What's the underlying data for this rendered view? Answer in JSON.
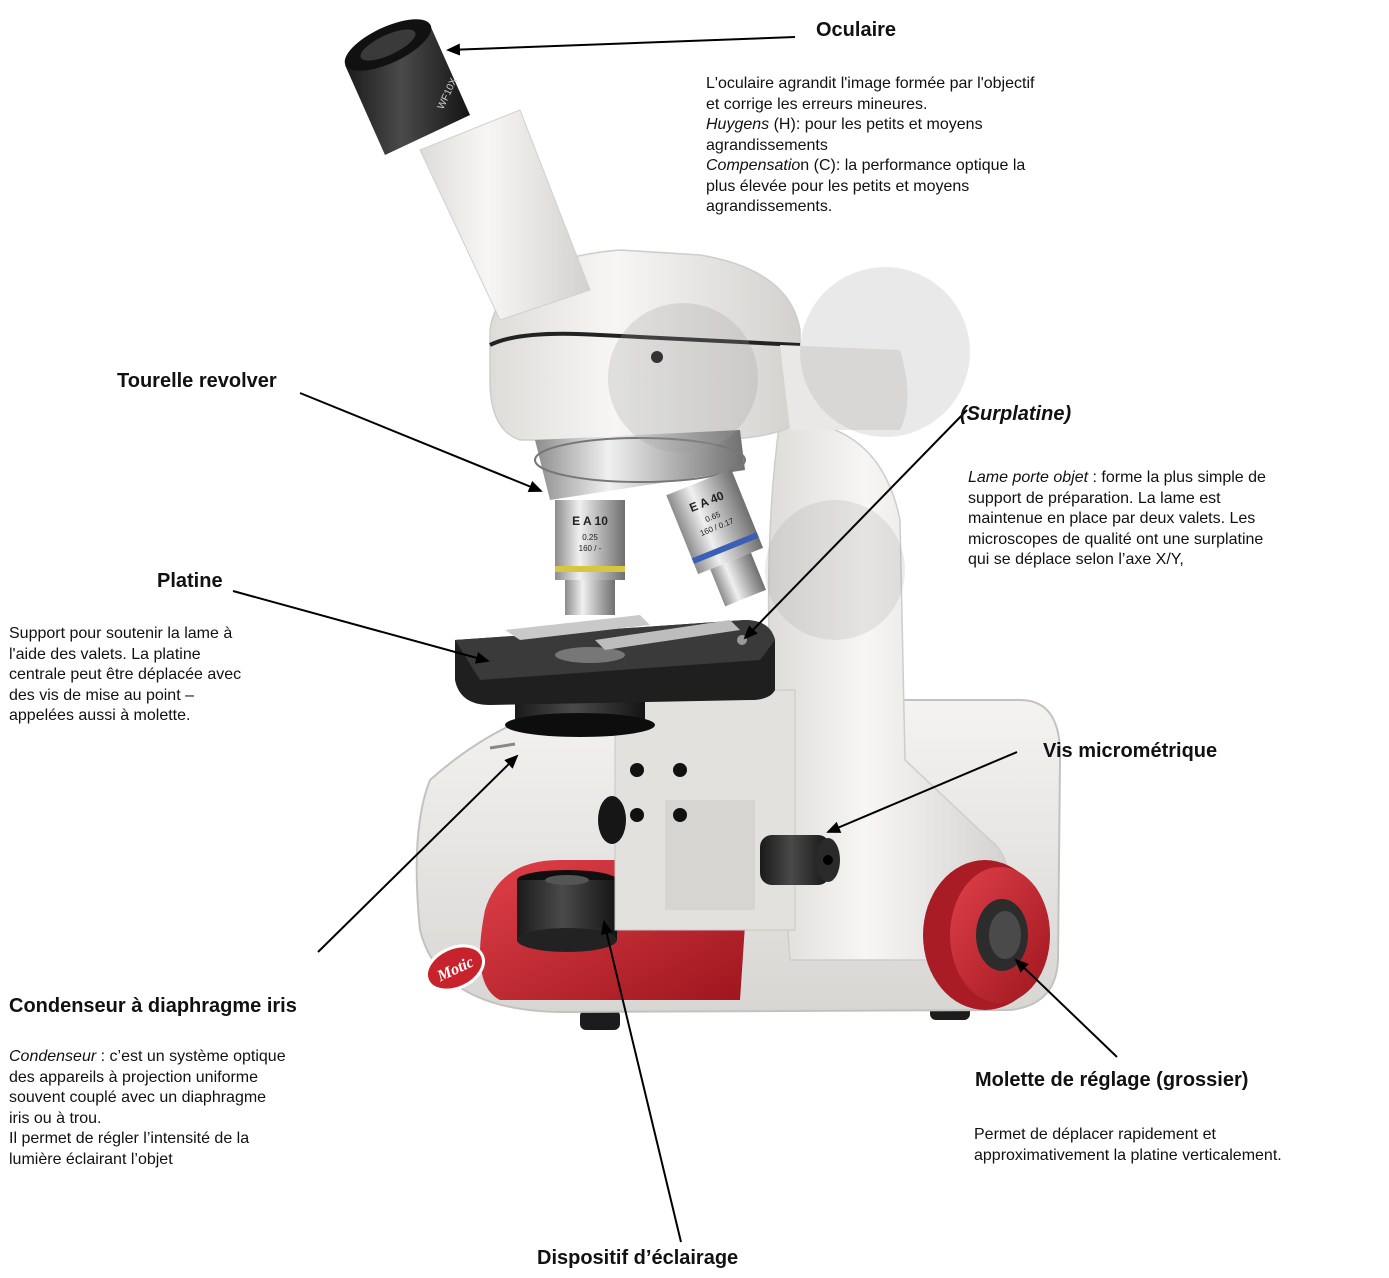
{
  "labels": {
    "oculaire": {
      "title": "Oculaire",
      "lines": [
        {
          "text": "L'oculaire agrandit l'image formée par l'objectif"
        },
        {
          "text": "et corrige les erreurs mineures."
        },
        {
          "em": "Huygens",
          "text": " (H): pour les petits et moyens"
        },
        {
          "text": "agrandissements"
        },
        {
          "em": "Compensatio",
          "text": "n (C): la performance optique la"
        },
        {
          "text": "plus élevée pour les petits et moyens"
        },
        {
          "text": "agrandissements."
        }
      ]
    },
    "tourelle": {
      "title": "Tourelle revolver"
    },
    "surplatine": {
      "title": "(Surplatine)",
      "lines": [
        {
          "em": "Lame porte objet",
          "text": " : forme la plus simple de"
        },
        {
          "text": "support de préparation. La lame est"
        },
        {
          "text": "maintenue en place par deux valets. Les"
        },
        {
          "text": "microscopes de qualité ont une surplatine"
        },
        {
          "text": "qui se déplace selon l’axe X/Y,"
        }
      ]
    },
    "platine": {
      "title": "Platine",
      "lines": [
        {
          "text": "Support pour soutenir la lame à"
        },
        {
          "text": "l'aide des valets. La platine"
        },
        {
          "text": "centrale peut être déplacée avec"
        },
        {
          "text": "des vis de mise au point –"
        },
        {
          "text": "appelées aussi à molette."
        }
      ]
    },
    "vis": {
      "title": "Vis micrométrique"
    },
    "condenseur": {
      "title": "Condenseur à diaphragme iris",
      "lines": [
        {
          "em": "Condenseur",
          "text": " : c’est un système optique"
        },
        {
          "text": "des appareils à projection uniforme"
        },
        {
          "text": "souvent couplé avec un diaphragme"
        },
        {
          "text": "iris ou à trou."
        },
        {
          "text": "Il permet de régler l’intensité de la"
        },
        {
          "text": "lumière éclairant l’objet"
        }
      ]
    },
    "molette": {
      "title": "Molette de réglage (grossier)",
      "lines": [
        {
          "text": "Permet de déplacer rapidement et"
        },
        {
          "text": "approximativement la platine verticalement."
        }
      ]
    },
    "eclairage": {
      "title": "Dispositif d’éclairage"
    }
  },
  "image": {
    "eyepiece_engraving": "WF10X",
    "objective_1": {
      "line1": "E A 10",
      "line2": "0.25",
      "line3": "160 / -"
    },
    "objective_2": {
      "line1": "E A 40",
      "line2": "0.65",
      "line3": "160 / 0.17"
    },
    "brand_badge": "Motic"
  },
  "colors": {
    "body": "#ecebe9",
    "red": "#c8232c",
    "dark": "#262626",
    "arrow": "#000000"
  }
}
